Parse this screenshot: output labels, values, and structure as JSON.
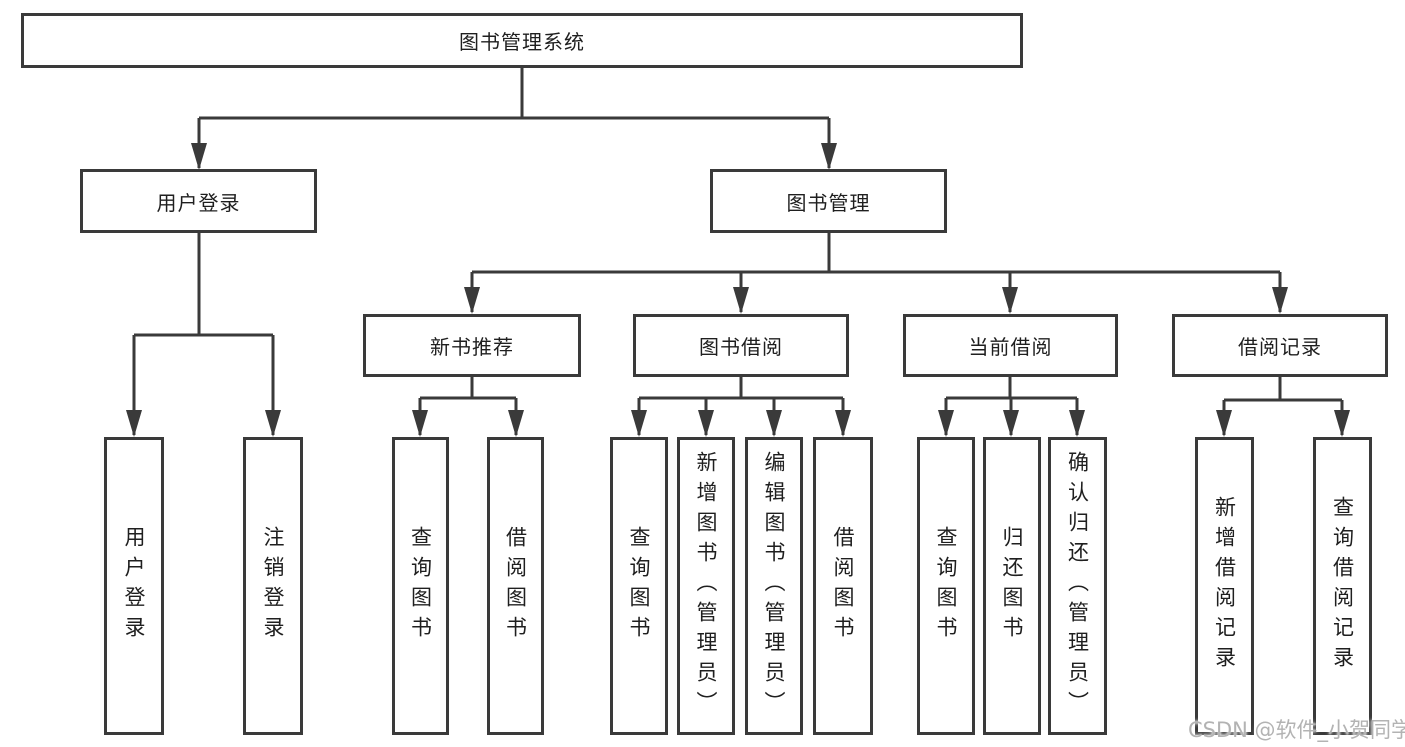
{
  "diagram": {
    "root": {
      "label": "图书管理系统"
    },
    "branches": [
      {
        "label": "用户登录",
        "children": [
          {
            "label": "用户登录"
          },
          {
            "label": "注销登录"
          }
        ]
      },
      {
        "label": "图书管理",
        "children": [
          {
            "label": "新书推荐",
            "children": [
              {
                "label": "查询图书"
              },
              {
                "label": "借阅图书"
              }
            ]
          },
          {
            "label": "图书借阅",
            "children": [
              {
                "label": "查询图书"
              },
              {
                "label": "新增图书（管理员）"
              },
              {
                "label": "编辑图书（管理员）"
              },
              {
                "label": "借阅图书"
              }
            ]
          },
          {
            "label": "当前借阅",
            "children": [
              {
                "label": "查询图书"
              },
              {
                "label": "归还图书"
              },
              {
                "label": "确认归还（管理员）"
              }
            ]
          },
          {
            "label": "借阅记录",
            "children": [
              {
                "label": "新增借阅记录"
              },
              {
                "label": "查询借阅记录"
              }
            ]
          }
        ]
      }
    ]
  },
  "watermark": {
    "text": "CSDN @软件_小贺同学"
  },
  "colors": {
    "line": "#3a3a3a",
    "text": "#1f1f1f",
    "watermark": "#b3b3b3",
    "background": "#ffffff"
  }
}
